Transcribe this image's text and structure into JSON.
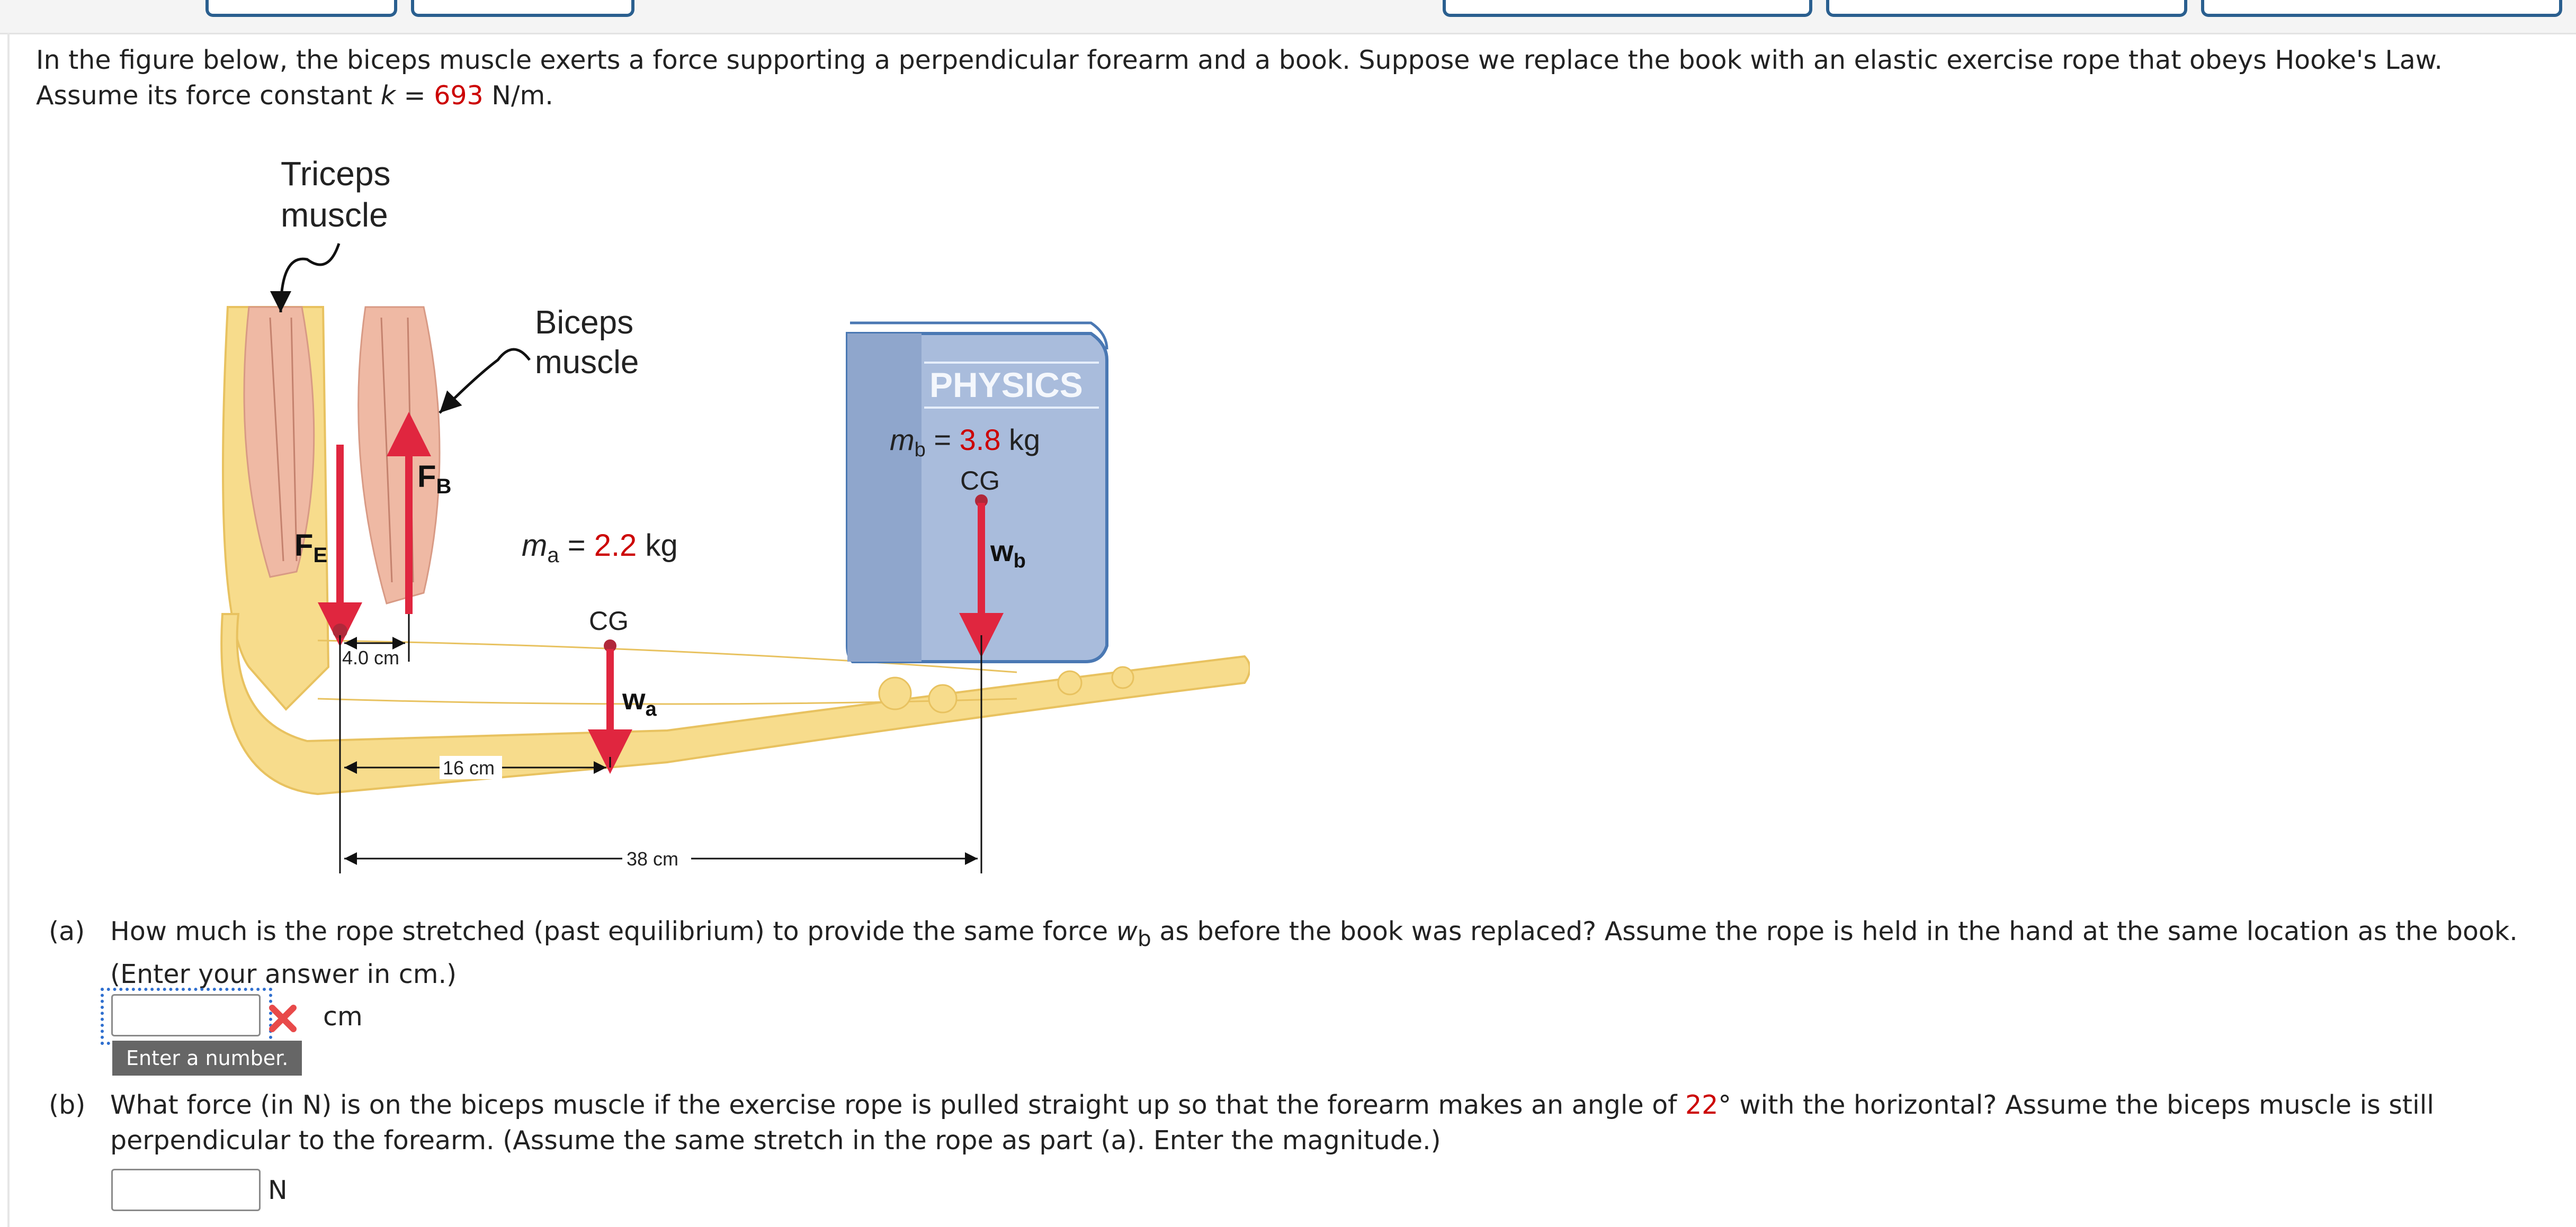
{
  "intro": {
    "part1": "In the figure below, the biceps muscle exerts a force supporting a perpendicular forearm and a book. Suppose we replace the book with an elastic exercise rope that obeys Hooke's Law. Assume its force constant ",
    "k_symbol": "k",
    "equals": " = ",
    "k_value": "693",
    "k_unit": " N/m."
  },
  "figure": {
    "triceps_line1": "Triceps",
    "triceps_line2": "muscle",
    "biceps_line1": "Biceps",
    "biceps_line2": "muscle",
    "fb_main": "F",
    "fb_sub": "B",
    "fe_main": "F",
    "fe_sub": "E",
    "ma_label": "m",
    "ma_sub": "a",
    "ma_eq": " = ",
    "ma_value": "2.2",
    "ma_unit": " kg",
    "cg_arm": "CG",
    "wa_main": "w",
    "wa_sub": "a",
    "dist_small": "4.0 cm",
    "dist_mid": "16 cm",
    "dist_long": "38 cm",
    "book_title": "PHYSICS",
    "mb_label": "m",
    "mb_sub": "b",
    "mb_eq": " = ",
    "mb_value": "3.8",
    "mb_unit": " kg",
    "cg_book": "CG",
    "wb_main": "w",
    "wb_sub": "b"
  },
  "part_a": {
    "label": "(a)",
    "text1": "How much is the rope stretched (past equilibrium) to provide the same force ",
    "w_symbol": "w",
    "w_sub": "b",
    "text2": " as before the book was replaced? Assume the rope is held in the hand at the same location as the book. (Enter your answer in cm.)",
    "input_value": "",
    "unit": "cm",
    "tooltip": "Enter a number."
  },
  "part_b": {
    "label": "(b)",
    "text1": "What force (in N) is on the biceps muscle if the exercise rope is pulled straight up so that the forearm makes an angle of ",
    "angle": "22",
    "text2": "° with the horizontal? Assume the biceps muscle is still perpendicular to the forearm. (Assume the same stretch in the rope as part (a). Enter the magnitude.)",
    "input_value": "",
    "unit": "N"
  },
  "colors": {
    "accent_red": "#cc0000",
    "force_arrow": "#e0263f",
    "bone": "#f7dc8c",
    "book": "#a9bcdc",
    "input_border": "#8a8a8a",
    "focus_ring": "#2f6fcf",
    "tooltip_bg": "#666666",
    "top_button_border": "#2a5f8f"
  },
  "icons": {
    "invalid": "x-mark-icon"
  }
}
